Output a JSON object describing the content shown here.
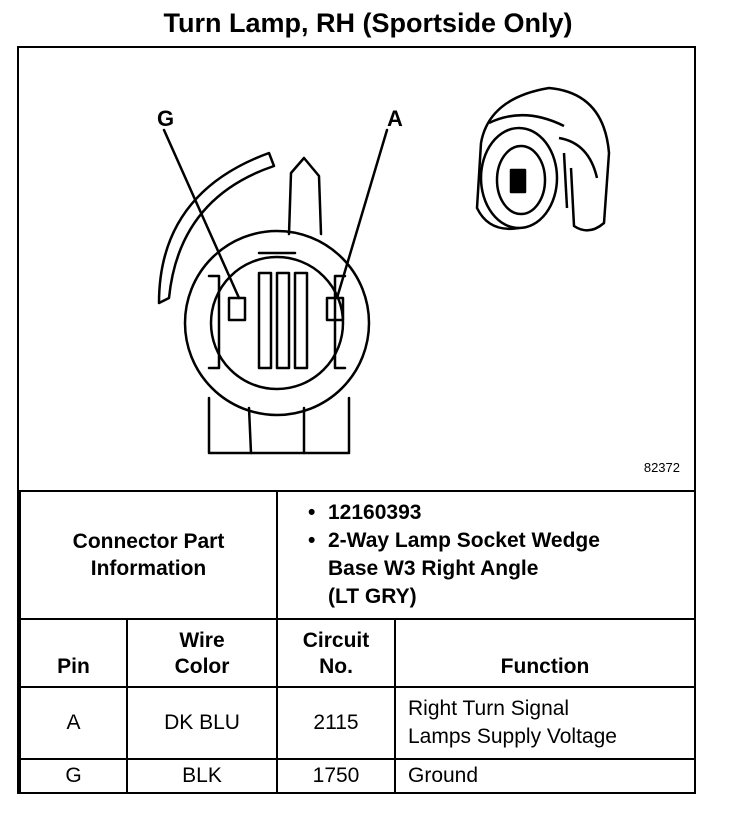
{
  "title": "Turn Lamp, RH (Sportside Only)",
  "diagram": {
    "pin_labels": [
      "G",
      "A"
    ],
    "figure_number": "82372"
  },
  "connector_info": {
    "label_line1": "Connector Part",
    "label_line2": "Information",
    "details": [
      "12160393",
      "2-Way Lamp Socket Wedge Base W3 Right Angle (LT GRY)"
    ],
    "detail2_lines": [
      "2-Way Lamp Socket Wedge",
      "Base W3 Right Angle",
      "(LT GRY)"
    ]
  },
  "table": {
    "headers": {
      "pin": "Pin",
      "wire_color_1": "Wire",
      "wire_color_2": "Color",
      "circuit_1": "Circuit",
      "circuit_2": "No.",
      "function": "Function"
    },
    "rows": [
      {
        "pin": "A",
        "wire_color": "DK BLU",
        "circuit": "2115",
        "function_lines": [
          "Right Turn Signal",
          "Lamps Supply Voltage"
        ]
      },
      {
        "pin": "G",
        "wire_color": "BLK",
        "circuit": "1750",
        "function_lines": [
          "Ground"
        ]
      }
    ]
  }
}
